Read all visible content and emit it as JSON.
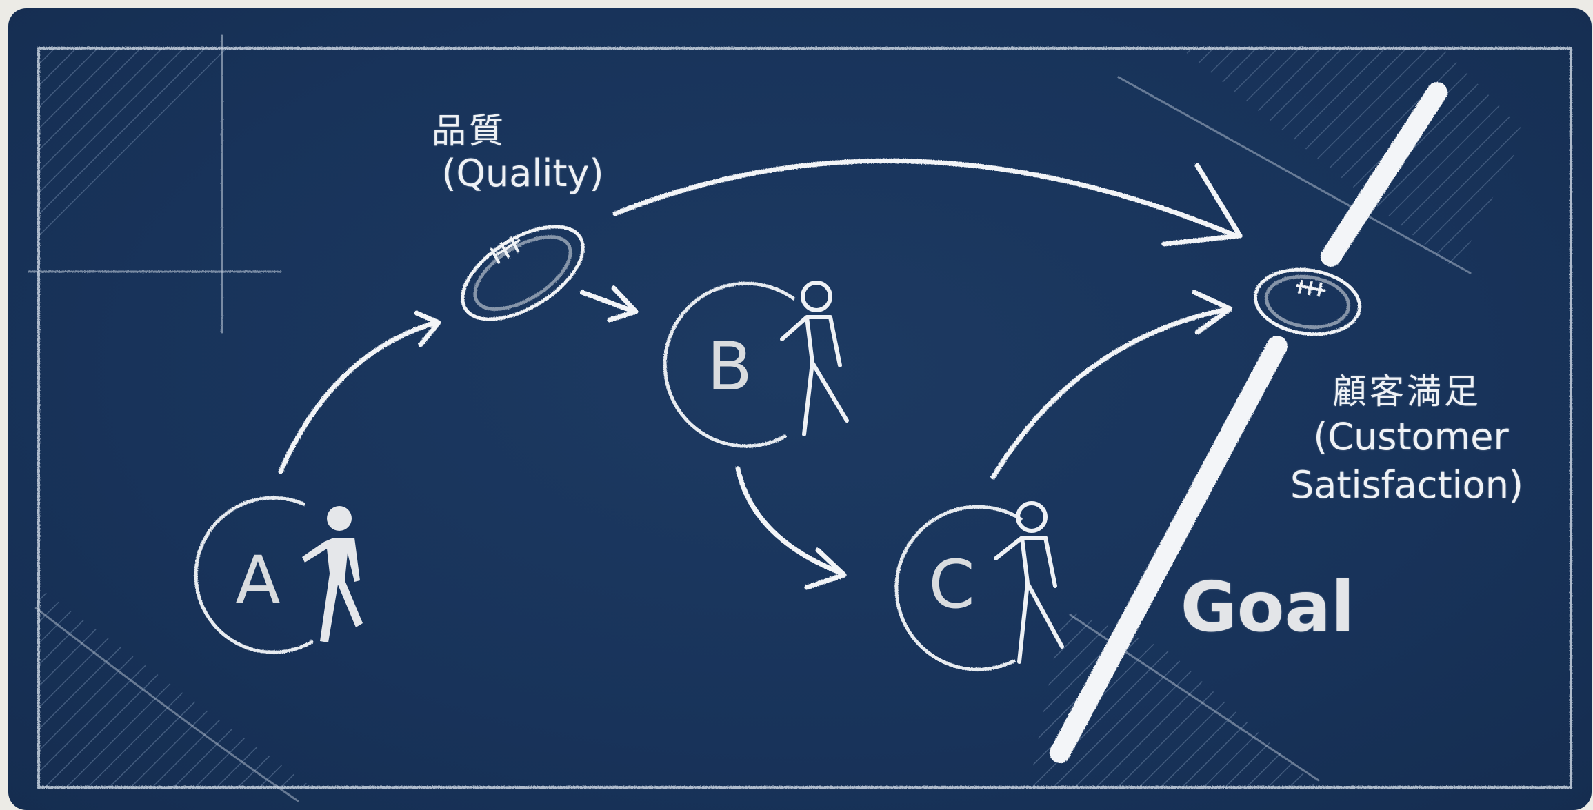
{
  "diagram": {
    "quality_label_ja": "品質",
    "quality_label_en": "(Quality)",
    "satisfaction_label_ja": "顧客満足",
    "satisfaction_label_en_line1": "(Customer",
    "satisfaction_label_en_line2": "Satisfaction)",
    "goal_label": "Goal",
    "players": [
      "A",
      "B",
      "C"
    ]
  },
  "icons": [
    "football-icon",
    "person-walking-icon"
  ],
  "colors": {
    "board": "#18335a",
    "chalk": "#eef1f5"
  }
}
